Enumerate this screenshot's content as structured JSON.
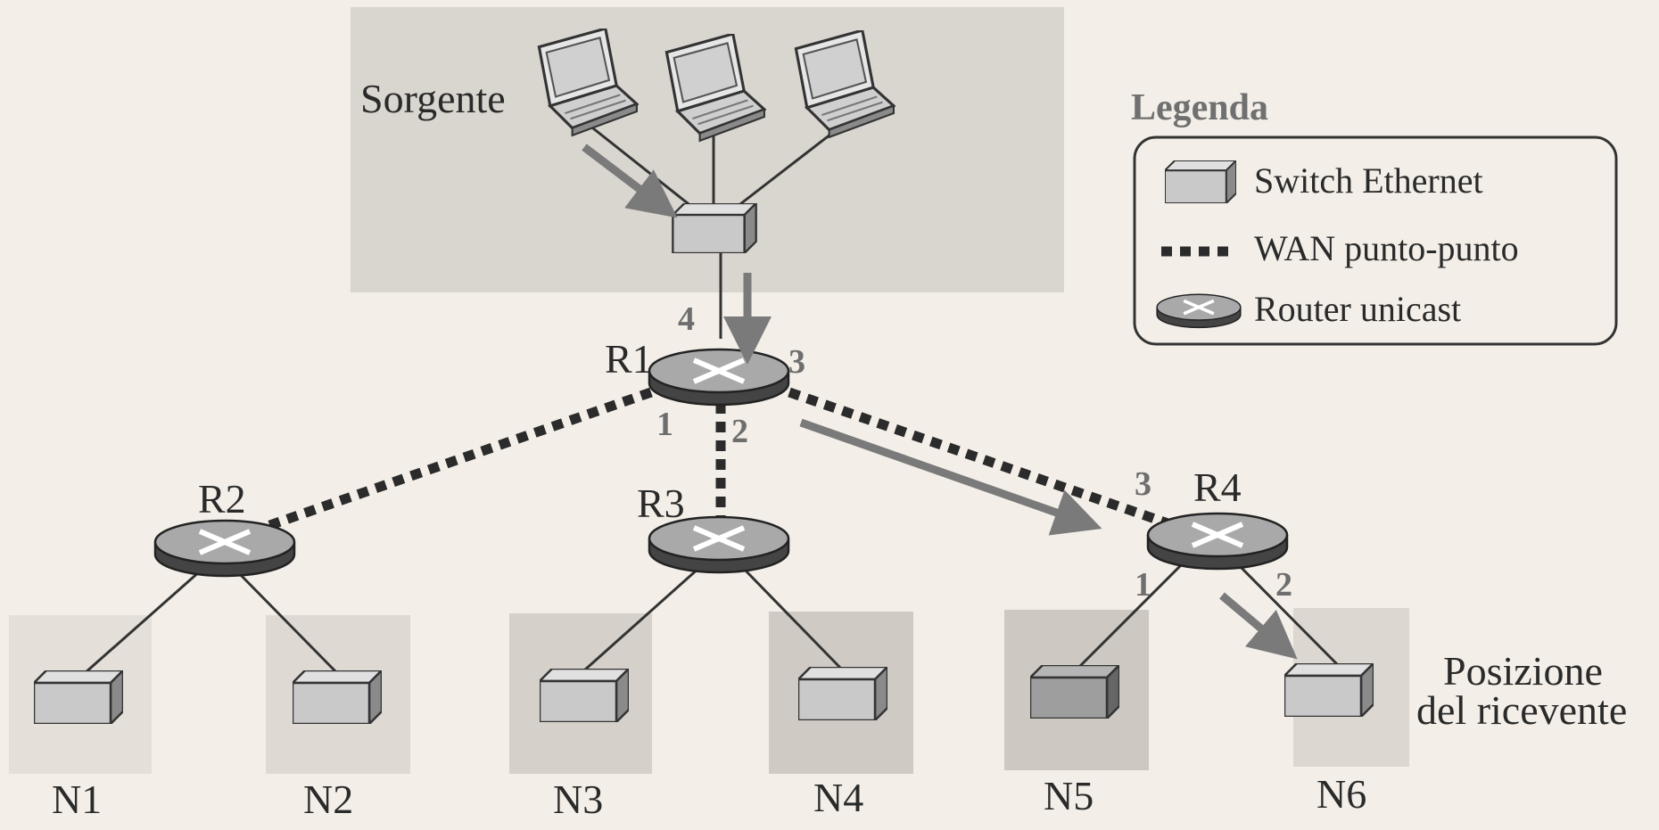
{
  "source_label": "Sorgente",
  "receiver_label_line1": "Posizione",
  "receiver_label_line2": "del ricevente",
  "legend": {
    "title": "Legenda",
    "items": [
      {
        "label": "Switch Ethernet"
      },
      {
        "label": "WAN punto-punto"
      },
      {
        "label": "Router unicast"
      }
    ]
  },
  "routers": [
    {
      "name": "R1",
      "ports": [
        "4",
        "3",
        "1",
        "2"
      ]
    },
    {
      "name": "R2"
    },
    {
      "name": "R3"
    },
    {
      "name": "R4",
      "ports": [
        "3",
        "1",
        "2"
      ]
    }
  ],
  "networks": [
    "N1",
    "N2",
    "N3",
    "N4",
    "N5",
    "N6"
  ],
  "colors": {
    "background": "#f3efe8",
    "shaded_area": "#d9d5cf",
    "device_fill": "#c9c9c9",
    "device_dark": "#555555",
    "arrow": "#7a7a7a",
    "line": "#333333"
  }
}
